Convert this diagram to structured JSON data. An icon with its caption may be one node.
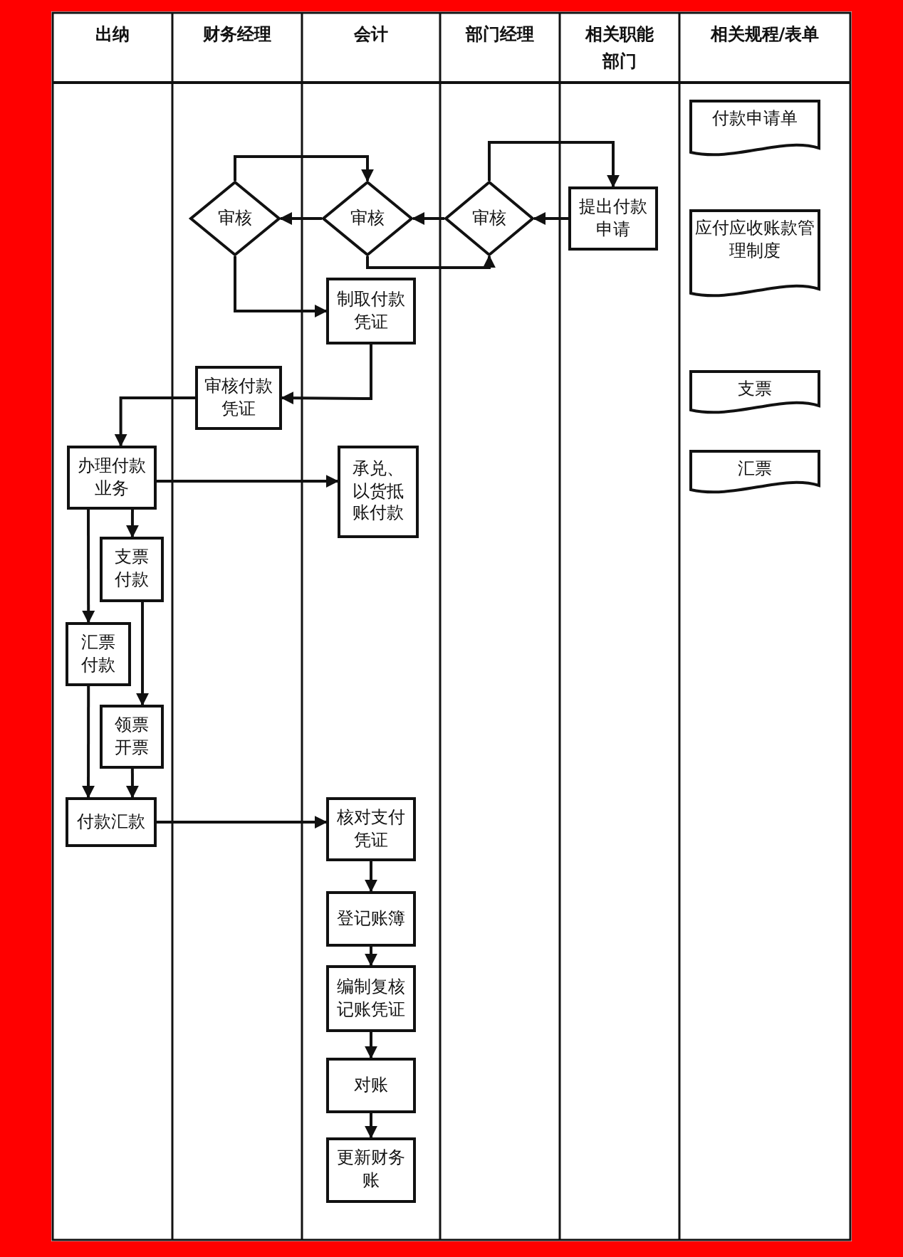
{
  "diagram": {
    "nodes": [
      {
        "text": [
          "提出付款申请"
        ]
      },
      {
        "text": [
          "审核"
        ]
      },
      {
        "text": [
          "审核"
        ]
      },
      {
        "text": [
          "审核"
        ]
      },
      {
        "text": [
          "制取付款凭证"
        ]
      },
      {
        "text": [
          "审核付款凭证"
        ]
      },
      {
        "text": [
          "办理付款业务"
        ]
      },
      {
        "text": [
          "承兑、以货抵账付款"
        ]
      },
      {
        "text": [
          "支票付款"
        ]
      },
      {
        "text": [
          "汇票付款"
        ]
      },
      {
        "text": [
          "领票开票"
        ]
      },
      {
        "text": [
          "付款汇款"
        ]
      },
      {
        "text": [
          "核对支付凭证"
        ]
      },
      {
        "text": [
          "登记账簿"
        ]
      },
      {
        "text": [
          "编制复核记账凭证"
        ]
      },
      {
        "text": [
          "对账"
        ]
      },
      {
        "text": [
          "更新财务账"
        ]
      },
      {
        "text": [
          "付款申请单"
        ]
      },
      {
        "text": [
          "应付应收账款管理制度"
        ]
      },
      {
        "text": [
          "支票"
        ]
      },
      {
        "text": [
          "汇票"
        ]
      }
    ],
    "edges": [
      {
        "from": 0,
        "to": 1,
        "arrow": "to"
      },
      {
        "from": 1,
        "to": 0,
        "arrow": "to"
      },
      {
        "from": 1,
        "to": 2,
        "arrow": "to"
      },
      {
        "from": 2,
        "to": 1,
        "arrow": "to"
      },
      {
        "from": 2,
        "to": 3,
        "arrow": "to"
      },
      {
        "from": 3,
        "to": 2,
        "arrow": "to"
      },
      {
        "from": 3,
        "to": 4,
        "arrow": "to"
      },
      {
        "from": 4,
        "to": 5,
        "arrow": "to"
      },
      {
        "from": 5,
        "to": 6,
        "arrow": "to"
      },
      {
        "from": 6,
        "to": 7,
        "arrow": "to"
      },
      {
        "from": 6,
        "to": 8,
        "arrow": "to"
      },
      {
        "from": 6,
        "to": 9,
        "arrow": "to"
      },
      {
        "from": 8,
        "to": 10,
        "arrow": "to"
      },
      {
        "from": 9,
        "to": 11,
        "arrow": "to"
      },
      {
        "from": 10,
        "to": 11,
        "arrow": "to"
      },
      {
        "from": 11,
        "to": 12,
        "arrow": "to"
      },
      {
        "from": 12,
        "to": 13,
        "arrow": "to"
      },
      {
        "from": 13,
        "to": 14,
        "arrow": "to"
      },
      {
        "from": 14,
        "to": 15,
        "arrow": "to"
      },
      {
        "from": 15,
        "to": 16,
        "arrow": "to"
      }
    ],
    "labels": [
      "出纳",
      "财务经理",
      "会计",
      "部门经理",
      "相关职能部门",
      "相关规程/表单"
    ]
  }
}
